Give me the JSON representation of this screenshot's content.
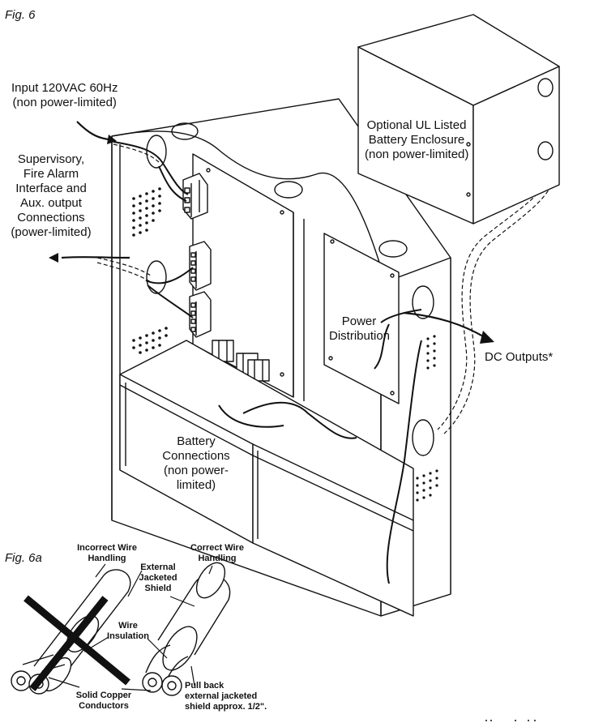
{
  "figures": {
    "main": "Fig. 6",
    "sub": "Fig. 6a"
  },
  "labels": {
    "input": [
      "Input 120VAC 60Hz",
      "(non power-limited)"
    ],
    "supervisory": [
      "Supervisory,",
      "Fire Alarm",
      "Interface and",
      "Aux. output",
      "Connections",
      "(power-limited)"
    ],
    "battery_enclosure": [
      "Optional UL Listed",
      "Battery Enclosure",
      "(non power-limited)"
    ],
    "power_distribution": [
      "Power",
      "Distribution"
    ],
    "dc_outputs": "DC Outputs*",
    "battery_connections": [
      "Battery",
      "Connections",
      "(non power-",
      "limited)"
    ]
  },
  "wire_handling": {
    "incorrect": [
      "Incorrect Wire",
      "Handling"
    ],
    "correct": [
      "Correct Wire",
      "Handling"
    ],
    "external_shield": [
      "External",
      "Jacketed",
      "Shield"
    ],
    "wire_insulation": [
      "Wire",
      "Insulation"
    ],
    "conductors": [
      "Solid Copper",
      "Conductors"
    ],
    "pull_back": [
      "Pull back",
      "external jacketed",
      "shield approx. 1/2\"."
    ]
  },
  "colors": {
    "line": "#111111",
    "background": "#ffffff"
  }
}
